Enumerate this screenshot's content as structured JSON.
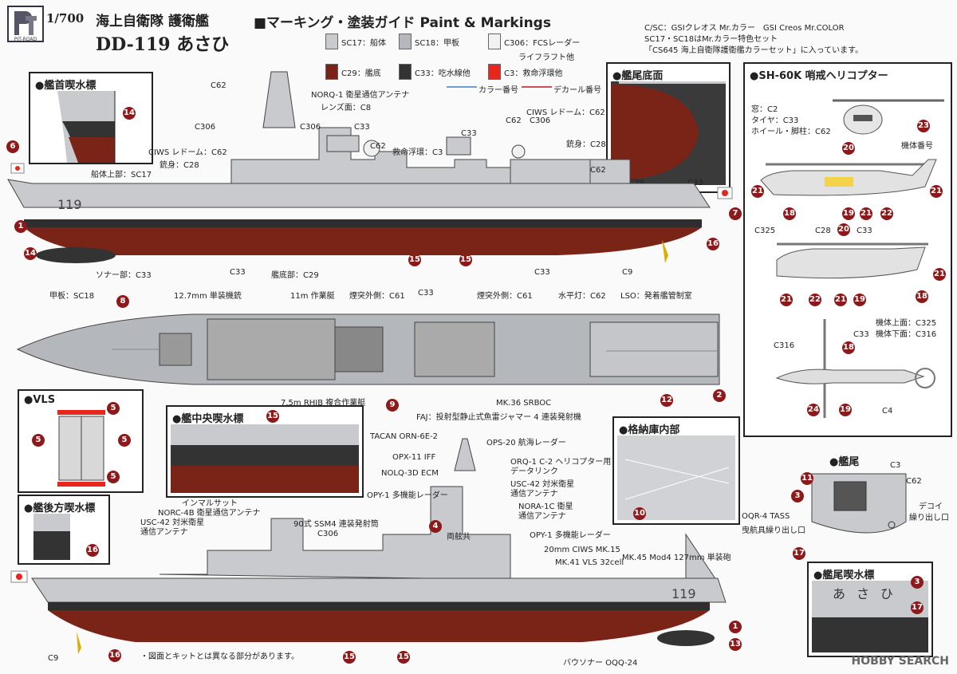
{
  "header": {
    "logo_text": "PIT-ROAD",
    "scale": "1/700",
    "title": "海上自衛隊 護衛艦",
    "ship": "DD-119 あさひ",
    "guide": "■マーキング・塗装ガイド Paint & Markings"
  },
  "swatches": [
    {
      "code": "SC17：船体",
      "color": "#c8cace"
    },
    {
      "code": "SC18：甲板",
      "color": "#b4b7bc"
    },
    {
      "code": "C306：FCSレーダー",
      "color": "#f2f2f2",
      "extra": "ライフラフト他"
    },
    {
      "code": "C29：艦底",
      "color": "#7a2418"
    },
    {
      "code": "C33：吃水線他",
      "color": "#333333"
    },
    {
      "code": "C3：救命浮環他",
      "color": "#e8261c"
    }
  ],
  "legend": {
    "color_no": "カラー番号",
    "decal_no": "デカール番号"
  },
  "notes": [
    "C/SC：GSIクレオス Mr.カラー　GSI Creos Mr.COLOR",
    "SC17・SC18はMr.カラー特色セット",
    "「CS645 海上自衛隊護衛艦カラーセット」に入っています。"
  ],
  "boxes": {
    "bow": "●艦首喫水標",
    "stern_bottom": "●艦尾底面",
    "heli": "●SH-60K 哨戒ヘリコプター",
    "vls": "●VLS",
    "mid": "●艦中央喫水標",
    "hangar": "●格納庫内部",
    "aft": "●艦後方喫水標",
    "stern": "●艦尾",
    "stern_mark": "●艦尾喫水標"
  },
  "heli_notes": {
    "window": "窓：C2",
    "tire": "タイヤ：C33",
    "wheel": "ホイール・脚柱：C62",
    "airframe_no": "機体番号",
    "upper": "機体上面：C325",
    "lower": "機体下面：C316"
  },
  "side_labels": [
    "C62",
    "NORQ-1 衛星通信アンテナ",
    "レンズ面：C8",
    "C306",
    "C306",
    "C33",
    "CIWS レドーム：C62",
    "銃身：C28",
    "船体上部：SC17",
    "C62",
    "救命浮環：C3",
    "C33",
    "C62",
    "C306",
    "CIWS レドーム：C62",
    "銃身：C28",
    "C62",
    "ソナー部：C33",
    "C33",
    "艦底部：C29",
    "C33",
    "C9"
  ],
  "top_labels": [
    "甲板：SC18",
    "12.7mm 単装機銃",
    "11m 作業艇",
    "煙突外側：C61",
    "C33",
    "煙突外側：C61",
    "水平灯：C62",
    "LSO：発着艦管制室",
    "7.5m RHIB 複合作業艇",
    "MK.36 SRBOC",
    "FAJ：投射型静止式魚雷ジャマー 4 連装発射機"
  ],
  "bottom_labels": [
    "TACAN ORN-6E-2",
    "OPS-20 航海レーダー",
    "OPX-11 IFF",
    "ORQ-1 C-2 ヘリコプター用",
    "データリンク",
    "NOLQ-3D ECM",
    "USC-42 対米衛星",
    "通信アンテナ",
    "OPY-1 多機能レーダー",
    "NORA-1C 衛星",
    "通信アンテナ",
    "インマルサット",
    "NORC-4B 衛星通信アンテナ",
    "USC-42 対米衛星",
    "通信アンテナ",
    "90式 SSM4 連装発射筒",
    "C306",
    "両舷共",
    "OPY-1 多機能レーダー",
    "20mm CIWS MK.15",
    "MK.45 Mod4 127mm 単装砲",
    "MK.41 VLS 32cell",
    "バウソナー OQQ-24",
    "C9",
    "・図面とキットとは異なる部分があります。"
  ],
  "stern_labels": {
    "c3": "C3",
    "c62": "C62",
    "tass": "OQR-4 TASS",
    "tass2": "曳航具繰り出し口",
    "decoy": "デコイ",
    "decoy2": "繰り出し口"
  },
  "stern_mark_text": "あさひ",
  "hull_number": "119",
  "watermark": "HOBBY SEARCH"
}
